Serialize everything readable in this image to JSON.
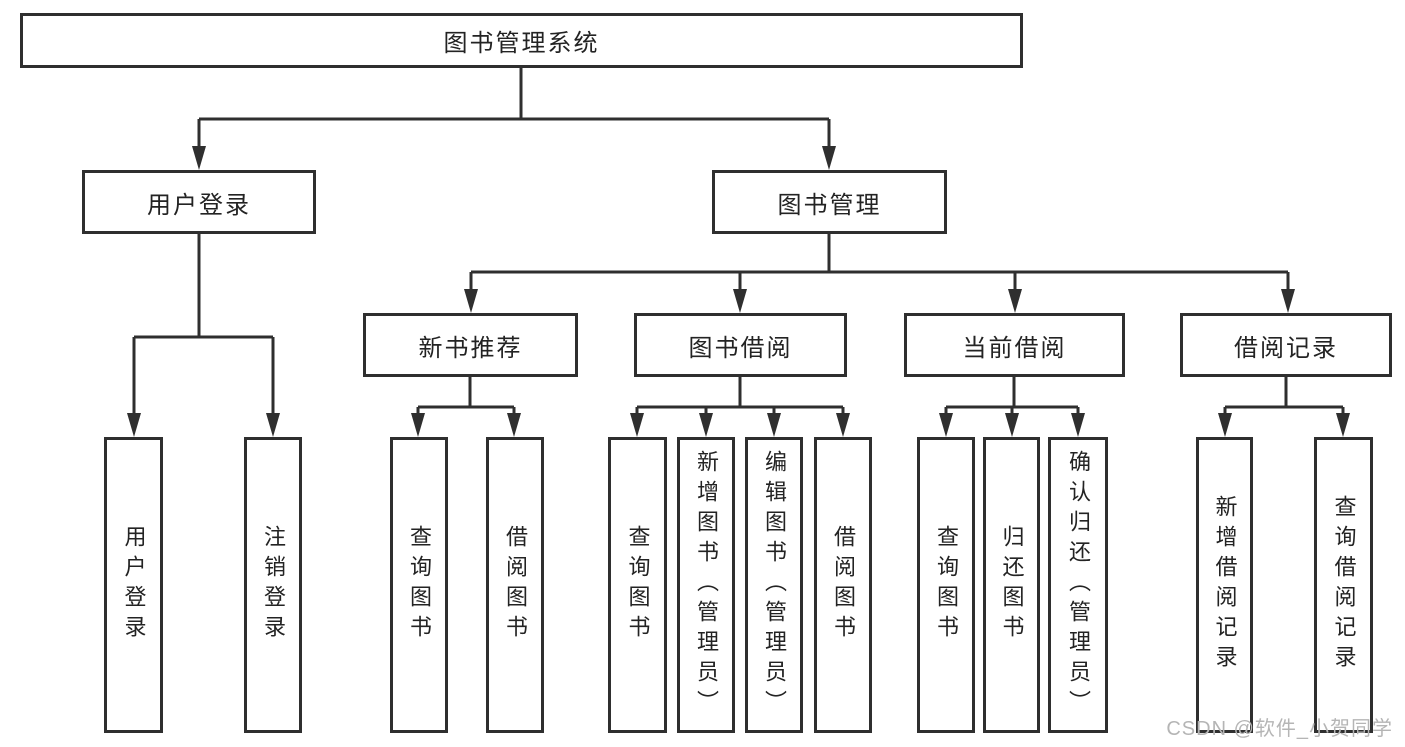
{
  "tree": {
    "label": "图书管理系统",
    "children": [
      {
        "label": "用户登录",
        "children": [
          {
            "label": "用户登录"
          },
          {
            "label": "注销登录"
          }
        ]
      },
      {
        "label": "图书管理",
        "children": [
          {
            "label": "新书推荐",
            "children": [
              {
                "label": "查询图书"
              },
              {
                "label": "借阅图书"
              }
            ]
          },
          {
            "label": "图书借阅",
            "children": [
              {
                "label": "查询图书"
              },
              {
                "label": "新增图书（管理员）"
              },
              {
                "label": "编辑图书（管理员）"
              },
              {
                "label": "借阅图书"
              }
            ]
          },
          {
            "label": "当前借阅",
            "children": [
              {
                "label": "查询图书"
              },
              {
                "label": "归还图书"
              },
              {
                "label": "确认归还（管理员）"
              }
            ]
          },
          {
            "label": "借阅记录",
            "children": [
              {
                "label": "新增借阅记录"
              },
              {
                "label": "查询借阅记录"
              }
            ]
          }
        ]
      }
    ]
  },
  "watermark": {
    "text": "CSDN @软件_小贺同学"
  },
  "colors": {
    "line": "#2f2f2f",
    "box_border": "#2f2f2f",
    "text": "#232323",
    "watermark": "#b5b5b5",
    "background": "#ffffff"
  }
}
